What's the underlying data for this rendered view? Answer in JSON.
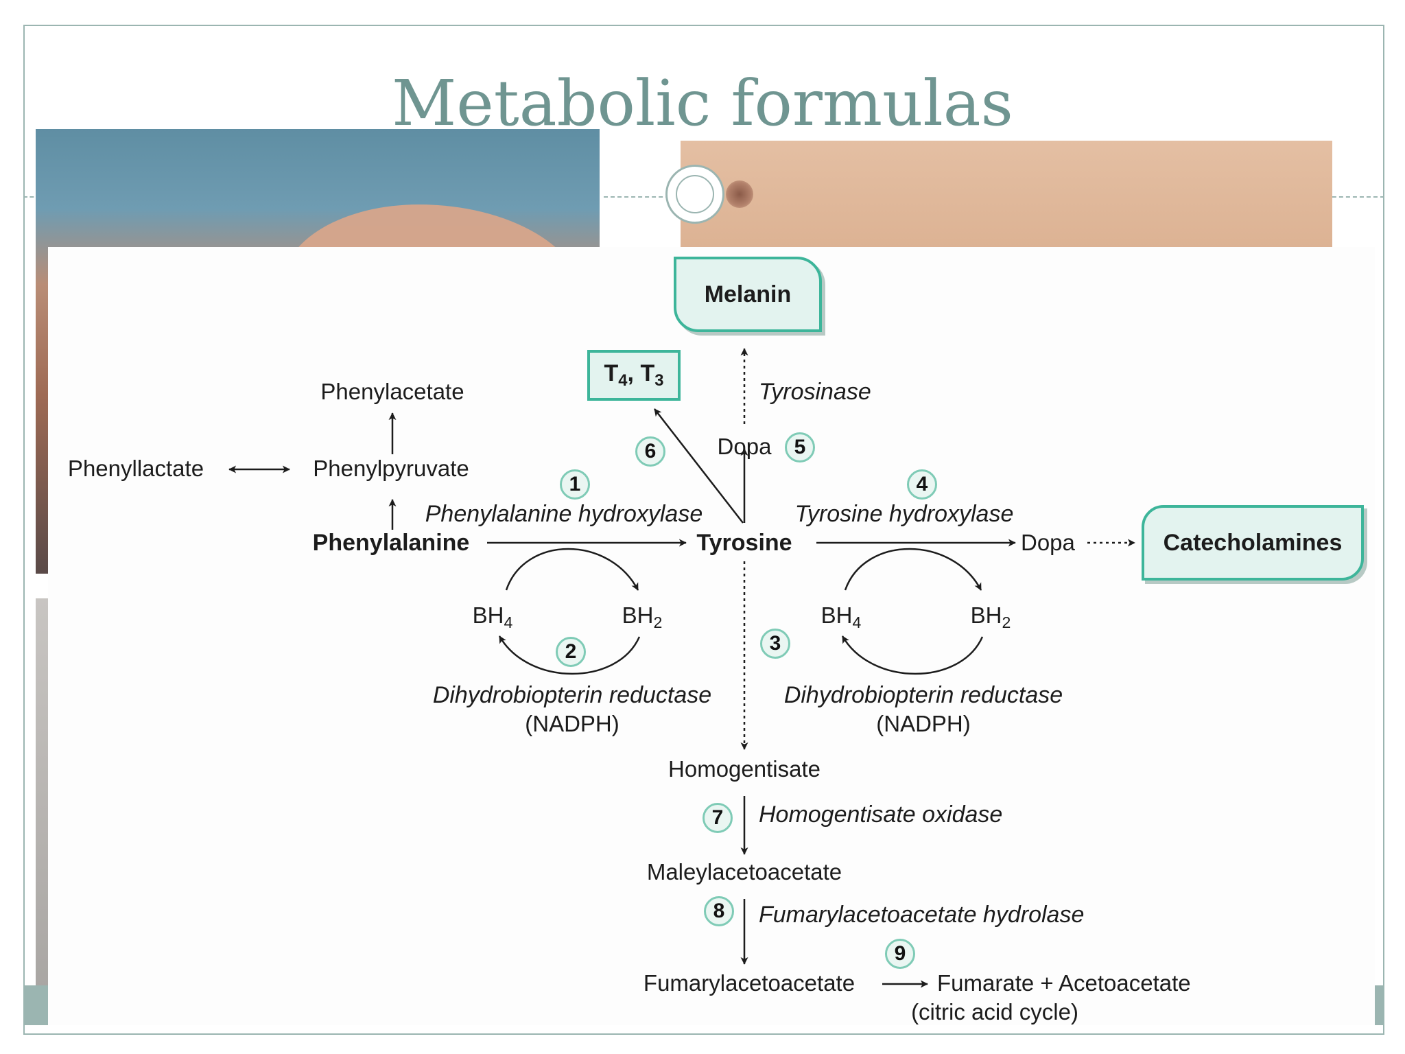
{
  "slide": {
    "title": "Metabolic formulas"
  },
  "photos": {
    "left": "hand-photo",
    "right": "skin-photo"
  },
  "diagram": {
    "boxes": {
      "melanin": "Melanin",
      "thyroid_base": "T",
      "thyroid_sub1": "4",
      "thyroid_sep": ", T",
      "thyroid_sub2": "3",
      "catecholamines": "Catecholamines"
    },
    "compounds": {
      "phenylacetate": "Phenylacetate",
      "phenyllactate": "Phenyllactate",
      "phenylpyruvate": "Phenylpyruvate",
      "phenylalanine": "Phenylalanine",
      "tyrosine": "Tyrosine",
      "dopa_upper": "Dopa",
      "dopa_right": "Dopa",
      "bh4": "BH",
      "bh4_sub": "4",
      "bh2": "BH",
      "bh2_sub": "2",
      "homogentisate": "Homogentisate",
      "maleylacetoacetate": "Maleylacetoacetate",
      "fumarylacetoacetate": "Fumarylacetoacetate",
      "fumarate_acetoacetate": "Fumarate  + Acetoacetate",
      "citric_acid_cycle": "(citric acid cycle)"
    },
    "enzymes": {
      "tyrosinase": "Tyrosinase",
      "phenylalanine_hydroxylase": "Phenylalanine hydroxylase",
      "tyrosine_hydroxylase": "Tyrosine hydroxylase",
      "dhbr_left": "Dihydrobiopterin reductase",
      "dhbr_right": "Dihydrobiopterin reductase",
      "nadph": "(NADPH)",
      "homogentisate_oxidase": "Homogentisate oxidase",
      "fah": "Fumarylacetoacetate hydrolase"
    },
    "steps": [
      "1",
      "2",
      "3",
      "4",
      "5",
      "6",
      "7",
      "8",
      "9"
    ],
    "colors": {
      "box_border": "#3db59a",
      "box_fill": "#e3f3ef",
      "step_circle": "#7fcbb6",
      "title": "#6f9591",
      "frame": "#9bb5b1"
    }
  }
}
